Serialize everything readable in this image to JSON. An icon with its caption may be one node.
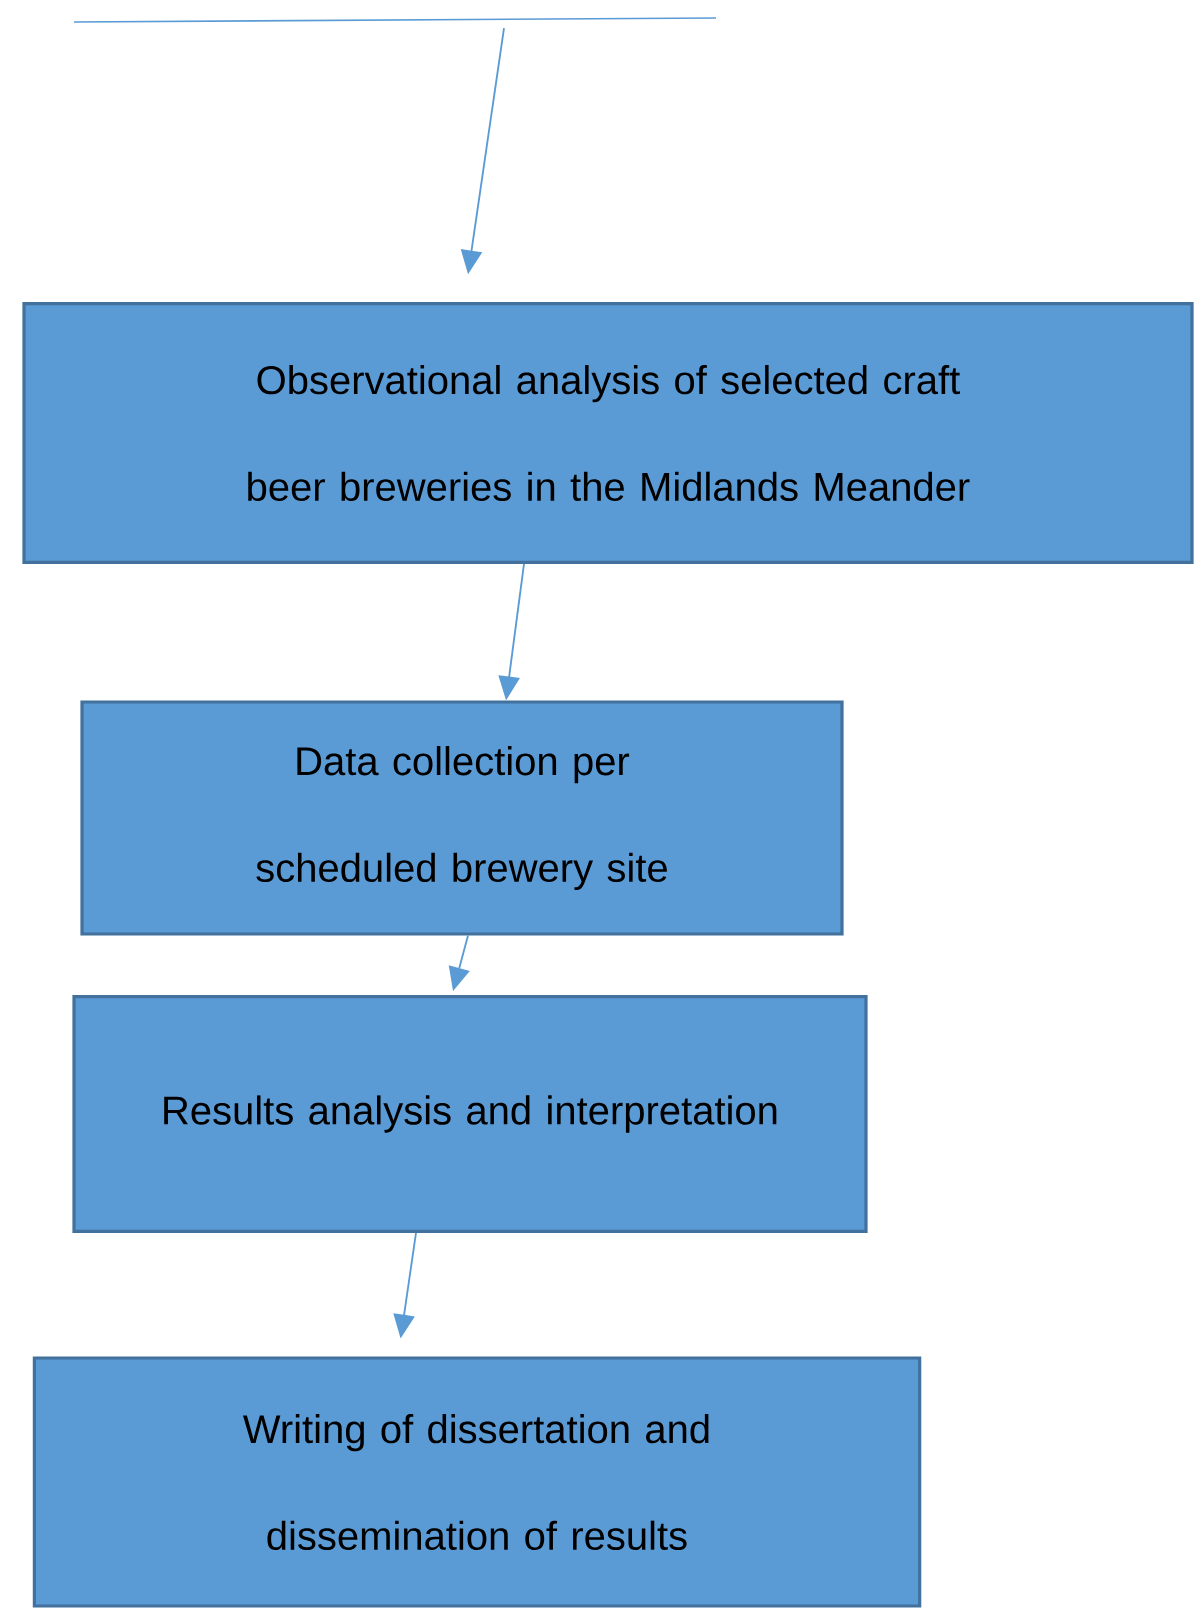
{
  "diagram": {
    "nodes": [
      {
        "text": [
          "Observational analysis of selected craft beer breweries in the Midlands Meander"
        ]
      },
      {
        "text": [
          "Data collection per scheduled brewery site"
        ]
      },
      {
        "text": [
          "Results analysis and interpretation"
        ]
      },
      {
        "text": [
          "Writing of dissertation and dissemination of results"
        ]
      }
    ],
    "edges": [
      {
        "from": null,
        "to": 0,
        "arrow": "to"
      },
      {
        "from": 0,
        "to": 1,
        "arrow": "to"
      },
      {
        "from": 1,
        "to": 2,
        "arrow": "to"
      },
      {
        "from": 2,
        "to": 3,
        "arrow": "to"
      }
    ]
  }
}
